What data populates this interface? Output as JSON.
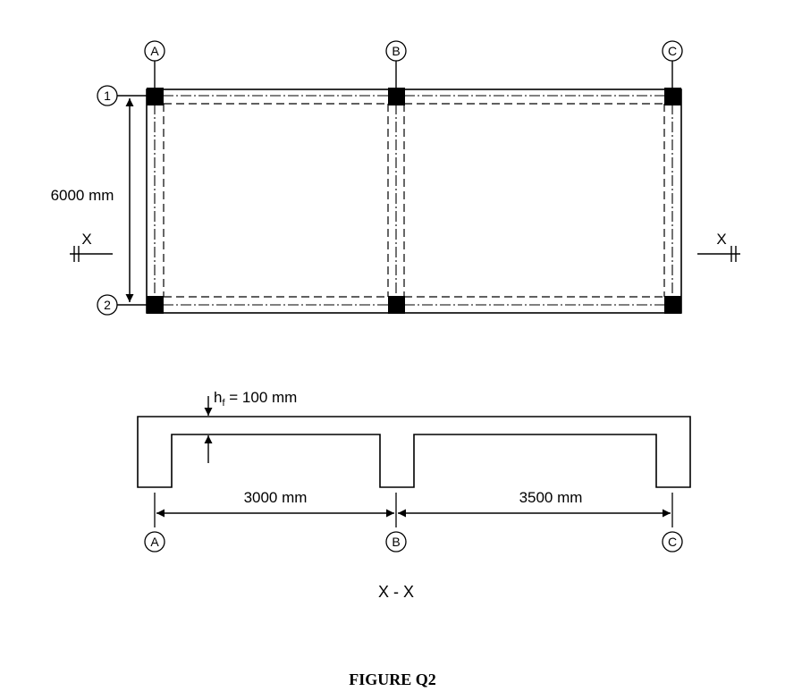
{
  "grid": {
    "columns": [
      "A",
      "B",
      "C"
    ],
    "rows": [
      "1",
      "2"
    ]
  },
  "plan": {
    "dimension_label": "6000 mm",
    "section_marker_left": "X",
    "section_marker_right": "X"
  },
  "section": {
    "flange_label_main": "h",
    "flange_label_sub": "f",
    "flange_label_rest": " = 100 mm",
    "span_ab": "3000 mm",
    "span_bc": "3500 mm",
    "title": "X - X"
  },
  "figure_caption": "FIGURE Q2"
}
